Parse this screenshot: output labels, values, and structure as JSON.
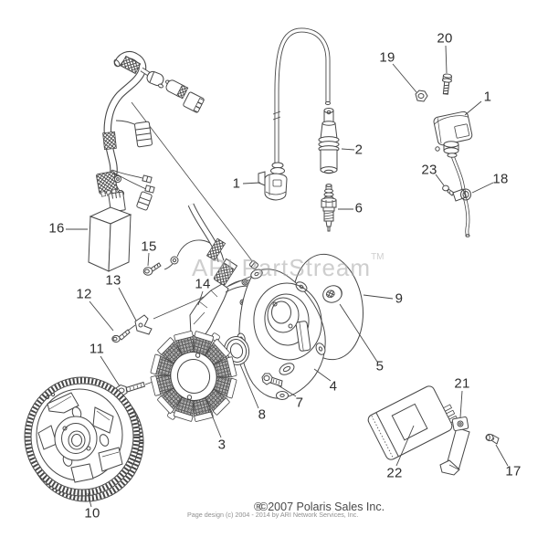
{
  "page": {
    "watermark": {
      "text": "ARI PartStream",
      "tm": "TM"
    },
    "footer": {
      "overprint": "®",
      "line1": "©2007 Polaris Sales Inc.",
      "line2": "Page design (c) 2004 - 2014 by ARI Network Services, Inc."
    }
  },
  "callouts": [
    {
      "num": "20",
      "part": "coil-mount-bolt"
    },
    {
      "num": "19",
      "part": "coil-mount-nut"
    },
    {
      "num": "1",
      "part": "ignition-coil-right"
    },
    {
      "num": "2",
      "part": "spark-plug-cap"
    },
    {
      "num": "1",
      "part": "ignition-coil-left"
    },
    {
      "num": "23",
      "part": "clamp-screw"
    },
    {
      "num": "18",
      "part": "wire-clamp"
    },
    {
      "num": "6",
      "part": "spark-plug"
    },
    {
      "num": "16",
      "part": "voltage-regulator"
    },
    {
      "num": "15",
      "part": "ground-bolt"
    },
    {
      "num": "14",
      "part": "pickup-coil-bracket"
    },
    {
      "num": "13",
      "part": "wire-bracket"
    },
    {
      "num": "12",
      "part": "bracket-bolt"
    },
    {
      "num": "9",
      "part": "cover-gasket"
    },
    {
      "num": "11",
      "part": "flywheel-bolt"
    },
    {
      "num": "5",
      "part": "grommet"
    },
    {
      "num": "4",
      "part": "magneto-cover"
    },
    {
      "num": "7",
      "part": "cover-bolt"
    },
    {
      "num": "8",
      "part": "oil-seal"
    },
    {
      "num": "3",
      "part": "stator"
    },
    {
      "num": "21",
      "part": "cdi-bracket"
    },
    {
      "num": "22",
      "part": "cdi-module"
    },
    {
      "num": "10",
      "part": "flywheel"
    },
    {
      "num": "17",
      "part": "cdi-bracket-bolt"
    }
  ]
}
